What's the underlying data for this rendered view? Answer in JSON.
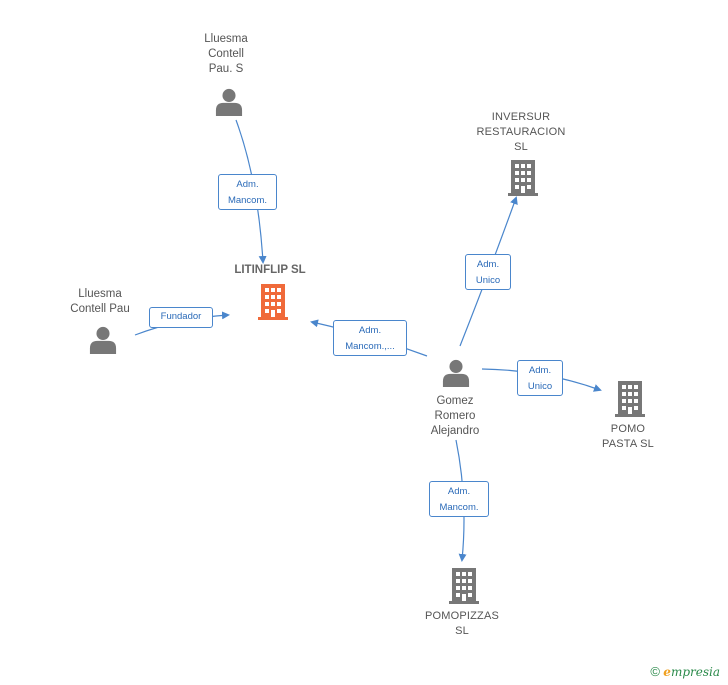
{
  "colors": {
    "edge": "#4a86cc",
    "person_icon": "#777777",
    "building_icon": "#777777",
    "main_building_icon": "#f06a3a"
  },
  "nodes": {
    "lluesma_top": {
      "label": "Lluesma\nContell\nPau.  S",
      "kind": "person"
    },
    "inversur": {
      "label": "INVERSUR\nRESTAURACION\nSL",
      "kind": "company"
    },
    "litinflip": {
      "label": "LITINFLIP  SL",
      "kind": "main-company"
    },
    "lluesma_left": {
      "label": "Lluesma\nContell Pau",
      "kind": "person"
    },
    "gomez": {
      "label": "Gomez\nRomero\nAlejandro",
      "kind": "person"
    },
    "pomo_pasta": {
      "label": "POMO\nPASTA  SL",
      "kind": "company"
    },
    "pomopizzas": {
      "label": "POMOPIZZAS\nSL",
      "kind": "company"
    }
  },
  "edges": {
    "lluesma_top_to_litinflip": {
      "line1": "Adm.",
      "line2": "Mancom."
    },
    "lluesma_left_to_litinflip": {
      "line1": "Fundador"
    },
    "gomez_to_litinflip": {
      "line1": "Adm.",
      "line2": "Mancom.,..."
    },
    "gomez_to_inversur": {
      "line1": "Adm.",
      "line2": "Unico"
    },
    "gomez_to_pomo_pasta": {
      "line1": "Adm.",
      "line2": "Unico"
    },
    "gomez_to_pomopizzas": {
      "line1": "Adm.",
      "line2": "Mancom."
    }
  },
  "watermark": {
    "copyright": "©",
    "brand_e": "e",
    "brand_rest": "mpresia"
  }
}
